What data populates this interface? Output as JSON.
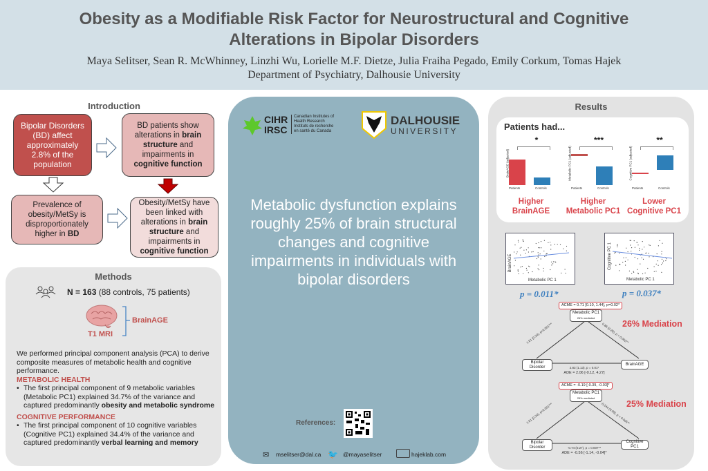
{
  "header": {
    "title_line1": "Obesity as a Modifiable Risk Factor for Neurostructural and Cognitive",
    "title_line2": "Alterations in Bipolar Disorders",
    "authors": "Maya Selitser, Sean R. McWhinney, Linzhi Wu, Lorielle M.F. Dietze, Julia Fraiha Pegado, Emily Corkum, Tomas Hajek",
    "department": "Department of Psychiatry, Dalhousie University"
  },
  "introduction": {
    "title": "Introduction",
    "box1": "Bipolar Disorders (BD) affect approximately 2.8% of the population",
    "box2": {
      "a": "BD patients show alterations in ",
      "b": "brain structure",
      "c": " and impairments in ",
      "d": "cognitive function"
    },
    "box3": {
      "a": "Prevalence of obesity/MetSy is disproportionately higher in ",
      "b": "BD"
    },
    "box4": {
      "a": "Obesity/MetSy have been linked with alterations in ",
      "b": "brain structure",
      "c": " and impairments in ",
      "d": "cognitive function"
    }
  },
  "methods": {
    "title": "Methods",
    "n_bold": "N = 163",
    "n_rest": " (88 controls, 75 patients)",
    "mri": "T1 MRI",
    "brainage": "BrainAGE",
    "pca": "We performed principal component analysis (PCA) to derive composite measures of metabolic health and cognitive performance.",
    "metabolic_title": "METABOLIC HEALTH",
    "metabolic_a": "The first principal component of 9 metabolic variables (Metabolic PC1) explained 34.7% of the variance and captured predominantly ",
    "metabolic_b": "obesity and metabolic syndrome",
    "cognitive_title": "COGNITIVE PERFORMANCE",
    "cognitive_a": "The first principal component of 10 cognitive variables (Cognitive PC1) explained 34.4% of the variance and captured predominantly ",
    "cognitive_b": "verbal learning and memory"
  },
  "center": {
    "cihr": "CIHR",
    "irsc": "IRSC",
    "cihr_en": "Canadian Institutes of Health Research",
    "cihr_fr": "Instituts de recherche en santé du Canada",
    "dal1": "DALHOUSIE",
    "dal2": "UNIVERSITY",
    "message": "Metabolic dysfunction explains roughly 25% of brain structural changes and cognitive impairments in individuals with bipolar disorders",
    "references": "References:",
    "email": "mselitser@dal.ca",
    "twitter": "@mayaselitser",
    "website": "hajeklab.com"
  },
  "results": {
    "title": "Results",
    "patients_had": "Patients had...",
    "bars": [
      {
        "ylabel": "BrainAGE (adjusted)",
        "sig": "*",
        "patients": "Patients",
        "controls": "Controls",
        "caption1": "Higher",
        "caption2": "BrainAGE",
        "patients_value": 0.62,
        "controls_value": 0.18
      },
      {
        "ylabel": "Metabolic PC1 (adjusted)",
        "sig": "***",
        "patients": "Patients",
        "controls": "Controls",
        "caption1": "Higher",
        "caption2": "Metabolic PC1",
        "patients_value": 0.75,
        "controls_value": 0.45
      },
      {
        "ylabel": "Cognitive PC1 (adjusted)",
        "sig": "**",
        "patients": "Patients",
        "controls": "Controls",
        "caption1": "Lower",
        "caption2": "Cognitive PC1",
        "patients_value": 0.3,
        "controls_value": 0.72
      }
    ],
    "scatter": [
      {
        "ylabel": "BrainAGE",
        "xlabel": "Metabolic PC 1",
        "p": "p = 0.011*"
      },
      {
        "ylabel": "Cognitive PC 1",
        "xlabel": "Metabolic PC 1",
        "p": "p = 0.037*"
      }
    ],
    "mediation": [
      {
        "acme": "ACME = 0.71 [0.10, 1.44], p=0.02*",
        "mediator": "Metabolic PC1",
        "mediated": "26% mediated",
        "a": "1.01 (0.24), p<0.001***",
        "b": "0.86 (0.26), p = 0.002**",
        "c": "2.83 (1.13), p = 0.01*",
        "ade": "ADE = 2.06 [-0.12, 4.27]",
        "x": "Bipolar Disorder",
        "y": "BrainAGE",
        "label": "26% Mediation"
      },
      {
        "acme": "ACME = -0.19 [-0.39, -0.03]*",
        "mediator": "Metabolic PC1",
        "mediated": "25% mediated",
        "a": "1.01 (0.24), p<0.001***",
        "b": "-0.244 (0.08), p = 0.005**",
        "c": "-0.74 (0.27), p = 0.007**",
        "ade": "ADE = -0.56 [-1.14, -0.04]*",
        "x": "Bipolar Disorder",
        "y": "Cognitive PC1",
        "label": "25% Mediation"
      }
    ]
  },
  "colors": {
    "dark_red": "#c0504d",
    "pink": "#e6b8b7",
    "light_pink": "#f2dcdb",
    "blue": "#2e7fb8",
    "center_bg": "#93b3c0"
  }
}
